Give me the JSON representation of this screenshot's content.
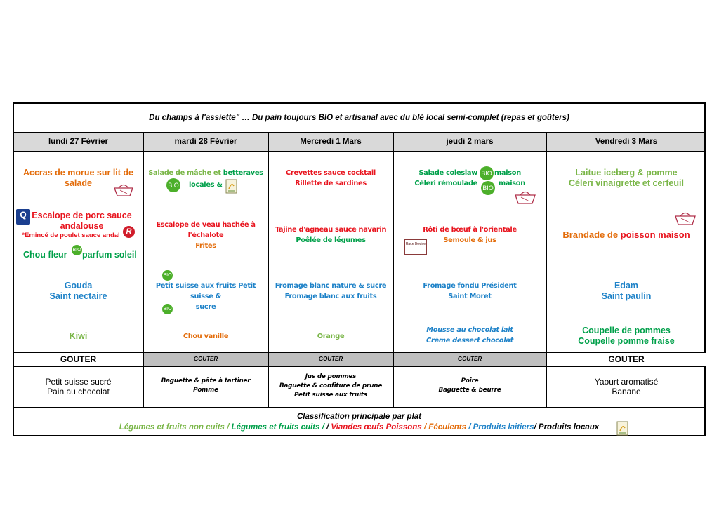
{
  "title": "Du champs à l'assiette\" … Du  pain toujours BIO  et artisanal  avec du  blé local semi-complet (repas et goûters)",
  "days": [
    "lundi 27 Février",
    "mardi 28 Février",
    "Mercredi 1 Mars",
    "jeudi 2  mars",
    "Vendredi 3 Mars"
  ],
  "monday": {
    "starter_1": "Accras de morue sur lit de",
    "starter_2": "salade",
    "main_1": "Escalope de porc sauce",
    "main_2": "andalouse",
    "main_alt": "*Emincé de poulet sauce andal",
    "side_1": "Chou fleur",
    "side_2": "parfum soleil",
    "cheese_1": "Gouda",
    "cheese_2": "Saint nectaire",
    "dessert": "Kiwi"
  },
  "tuesday": {
    "starter_1a": "Salade de mâche et",
    "starter_1b": " betteraves",
    "starter_2": "locales &",
    "main_1": "Escalope de veau hachée à",
    "main_2": "l'échalote",
    "side": "Frites",
    "dairy_1": "Petit suisse aux fruits Petit suisse  &",
    "dairy_2": "sucre",
    "dessert": "Chou vanille"
  },
  "wednesday": {
    "starter_1": "Crevettes sauce cocktail",
    "starter_2": "Rillette de sardines",
    "main": "Tajine d'agneau sauce navarin",
    "side": "Poêlée de légumes",
    "dairy_1": "Fromage blanc nature & sucre",
    "dairy_2": "Fromage blanc aux fruits",
    "dessert": "Orange"
  },
  "thursday": {
    "starter_1a": "Salade coleslaw",
    "starter_1b": "maison",
    "starter_2a": "Céleri rémoulade",
    "starter_2b": "maison",
    "main": "Rôti de bœuf à l'orientale",
    "side": "Semoule & jus",
    "cheese_1": "Fromage fondu Président",
    "cheese_2": "Saint Moret",
    "dessert_1": "Mousse au chocolat lait",
    "dessert_2": "Crème dessert chocolat"
  },
  "friday": {
    "starter_1": "Laitue iceberg & pomme",
    "starter_2": "Céleri vinaigrette et cerfeuil",
    "main_1": "Brandade de ",
    "main_2": "poisson maison",
    "cheese_1": "Edam",
    "cheese_2": "Saint paulin",
    "dessert_1": "Coupelle de pommes",
    "dessert_2": "Coupelle pomme fraise"
  },
  "gouter_labels": [
    "GOUTER",
    "GOUTER",
    "GOUTER",
    "GOUTER",
    "GOUTER"
  ],
  "snacks": {
    "monday": [
      "Petit suisse sucré",
      "Pain au chocolat"
    ],
    "tuesday": [
      "Baguette & pâte à tartiner",
      "Pomme"
    ],
    "wednesday": [
      "Jus de pommes",
      "Baguette & confiture de prune",
      "Petit suisse aux fruits"
    ],
    "thursday": [
      "Poire",
      "Baguette & beurre"
    ],
    "friday": [
      "Yaourt aromatisé",
      "Banane"
    ]
  },
  "badges": {
    "bio": "BIO",
    "label_rouge": "R",
    "qualite": "Q",
    "race_bovine": "Race Bovine"
  },
  "legend": {
    "title": "Classification principale par plat",
    "veg_raw": "Légumes et fruits non cuits / ",
    "veg_cooked": " Légumes et fruits cuits / ",
    "meat": " Viandes œufs Poissons ",
    "starch": "  / Féculents ",
    "dairy": " / ",
    "dairy_label": "Produits laitiers",
    "local": "/ Produits locaux"
  },
  "colors": {
    "veg_raw": "#7ab648",
    "veg_cooked": "#00a04a",
    "meat": "#e8141e",
    "starch": "#e36c0a",
    "dairy": "#1e82c8",
    "bio_badge": "#4caf2a",
    "header_bg": "#d9d9d9",
    "gouter_bg": "#bfbfbf"
  },
  "icons": [
    "basket-icon",
    "bio-badge-icon",
    "label-rouge-icon",
    "qualite-logo-icon",
    "race-bovine-logo-icon",
    "local-product-icon"
  ]
}
